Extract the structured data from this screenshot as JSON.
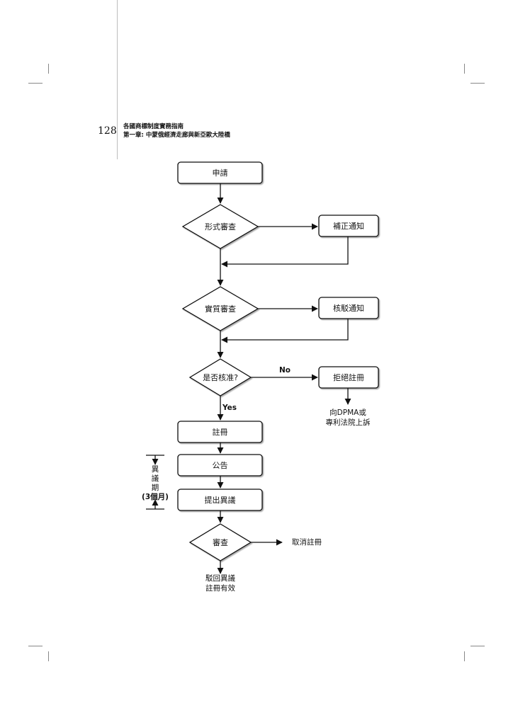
{
  "page": {
    "number": "128",
    "header_line1": "各國商標制度實務指南",
    "header_line2": "第一章: 中蒙俄經濟走廊與新亞歐大陸橋"
  },
  "flowchart": {
    "apply": "申請",
    "formal_exam": "形式審查",
    "correction_notice": "補正通知",
    "substantive_exam": "實質審查",
    "examination_notice": "核駁通知",
    "approved_q": "是否核准?",
    "no_label": "No",
    "yes_label": "Yes",
    "refuse": "拒絕註冊",
    "appeal_line1": "向DPMA或",
    "appeal_line2": "專利法院上訴",
    "register": "註冊",
    "publish": "公告",
    "opposition": "提出異議",
    "review": "審查",
    "cancel": "取消註冊",
    "reject_line1": "駁回異議",
    "reject_line2": "註冊有效",
    "period_chars": [
      "異",
      "議",
      "期"
    ],
    "period_months": "(3個月)"
  }
}
